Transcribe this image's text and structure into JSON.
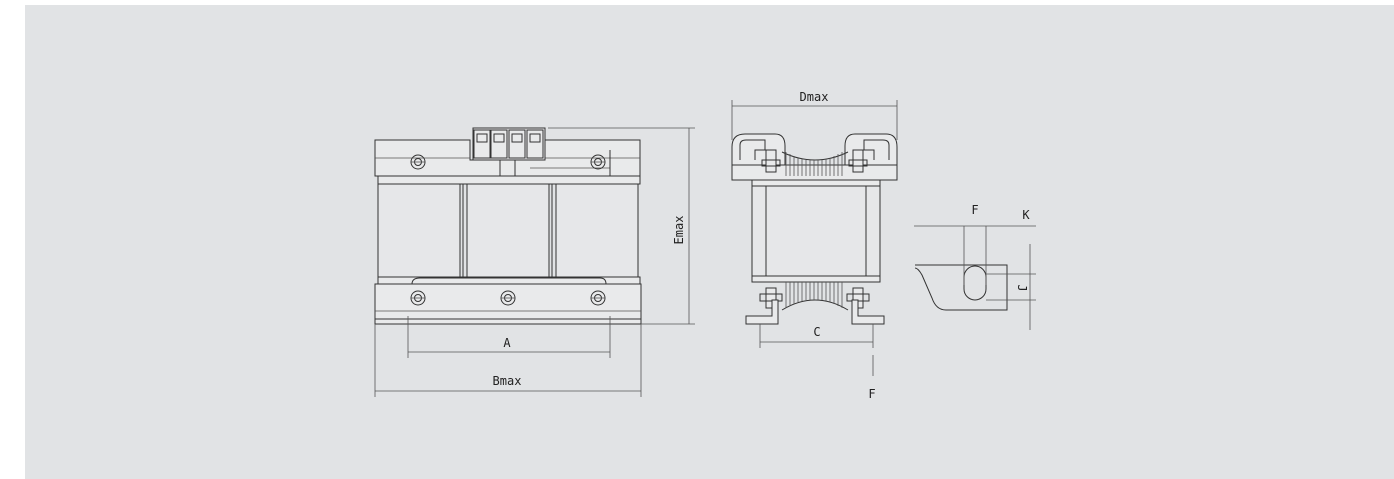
{
  "labels": {
    "a": "A",
    "bmax": "Bmax",
    "emax": "Emax",
    "dmax": "Dmax",
    "c": "C",
    "f_top": "F",
    "f_bottom": "F",
    "k": "K",
    "j": "J"
  },
  "colors": {
    "background": "#e1e3e5",
    "line": "#333333"
  }
}
